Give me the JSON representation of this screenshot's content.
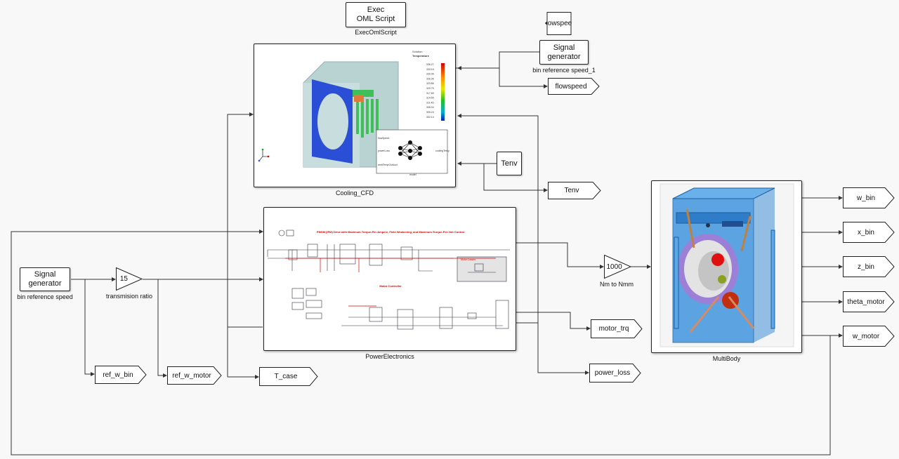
{
  "diagram": {
    "blocks": {
      "exec_oml": {
        "line1": "Exec",
        "line2": "OML Script",
        "caption": "ExecOmlScript"
      },
      "sig_gen_1": {
        "line1": "Signal",
        "line2": "generator",
        "caption": "bin reference speed_1"
      },
      "sig_gen_main": {
        "line1": "Signal",
        "line2": "generator",
        "caption": "bin reference speed"
      },
      "cooling_cfd": {
        "caption": "Cooling_CFD"
      },
      "power_electronics": {
        "caption": "PowerElectronics"
      },
      "multibody": {
        "caption": "MultiBody"
      },
      "gain_15": {
        "value": "15",
        "caption": "transmision ratio"
      },
      "gain_1000": {
        "value": "1000",
        "caption": "Nm to Nmm"
      }
    },
    "tags": {
      "owspee": "owspee",
      "flowspeed": "flowspeed",
      "tenv_in": "Tenv",
      "tenv_out": "Tenv",
      "motor_trq": "motor_trq",
      "power_loss": "power_loss",
      "t_case": "T_case",
      "ref_w_bin": "ref_w_bin",
      "ref_w_motor": "ref_w_motor",
      "w_bin": "w_bin",
      "x_bin": "x_bin",
      "z_bin": "z_bin",
      "theta_motor": "theta_motor",
      "w_motor": "w_motor"
    },
    "cfd_preview": {
      "legend_title": "Temperature",
      "legend_values": [
        "336.27",
        "333.16",
        "330.06",
        "326.96",
        "323.86",
        "320.75",
        "317.65",
        "314.55",
        "311.45",
        "308.34",
        "305.24",
        "302.14"
      ],
      "nn_inputs": [
        "flowSpeed",
        "powerLoss",
        "ambTempOutdoor"
      ],
      "nn_output": "coolingTemp",
      "nn_caption": "model"
    },
    "pe_preview": {
      "title": "PMSM (IPM) Drive with Maximum-Torque-Per-Ampere, Field Weakening, and Maximum-Torque-Per-Volt Control",
      "controller_label": "Motor Controller",
      "loss_label": "Motor Losses"
    },
    "colors": {
      "wire": "#333333",
      "cfd_blue": "#2a4fd6",
      "pe_red": "#d40000",
      "multibody_blue": "#3f8fd8"
    }
  }
}
